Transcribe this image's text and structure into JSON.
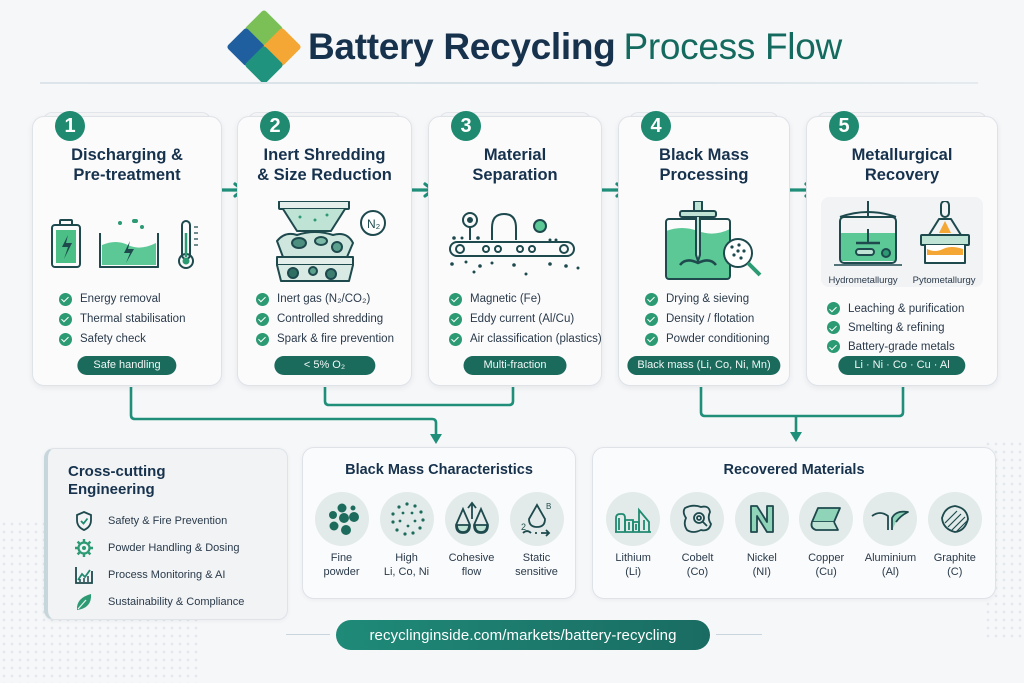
{
  "header": {
    "title_bold": "Battery Recycling",
    "title_light": "Process Flow",
    "logo_colors": [
      "#7ac057",
      "#1f5fa0",
      "#f4a734",
      "#1f937e"
    ]
  },
  "colors": {
    "accent": "#1f8a70",
    "dark_teal": "#1b6b5d",
    "navy": "#17324d",
    "orange": "#f4a734"
  },
  "steps": [
    {
      "number": "1",
      "title_line1": "Discharging &",
      "title_line2": "Pre-treatment",
      "icon": "battery-discharge-bath-thermometer-icon",
      "bullets": [
        "Energy removal",
        "Thermal stabilisation",
        "Safety check"
      ],
      "pill": "Safe handling"
    },
    {
      "number": "2",
      "title_line1": "Inert Shredding",
      "title_line2": "& Size Reduction",
      "icon": "shredder-icon",
      "icon_badge": "N₂",
      "bullets": [
        "Inert gas (N₂/CO₂)",
        "Controlled shredding",
        "Spark & fire prevention"
      ],
      "pill": "< 5% O₂"
    },
    {
      "number": "3",
      "title_line1": "Material",
      "title_line2": "Separation",
      "icon": "conveyor-magnet-icon",
      "bullets": [
        "Magnetic (Fe)",
        "Eddy current (Al/Cu)",
        "Air classification (plastics)"
      ],
      "pill": "Multi-fraction"
    },
    {
      "number": "4",
      "title_line1": "Black Mass",
      "title_line2": "Processing",
      "icon": "mixer-tank-magnifier-icon",
      "bullets": [
        "Drying & sieving",
        "Density / flotation",
        "Powder conditioning"
      ],
      "pill": "Black mass (Li, Co, Ni, Mn)"
    },
    {
      "number": "5",
      "title_line1": "Metallurgical",
      "title_line2": "Recovery",
      "icon": "reactor-furnace-icon",
      "sub_labels": [
        "Hydrometallurgy",
        "Pytometallurgy"
      ],
      "bullets": [
        "Leaching & purification",
        "Smelting & refining",
        "Battery-grade metals"
      ],
      "pill": "Li · Ni · Co · Cu · Al"
    }
  ],
  "cross_cutting": {
    "title_line1": "Cross-cutting",
    "title_line2": "Engineering",
    "items": [
      {
        "label": "Safety & Fire Prevention",
        "icon": "shield-check-icon"
      },
      {
        "label": "Powder Handling & Dosing",
        "icon": "gear-icon"
      },
      {
        "label": "Process Monitoring & AI",
        "icon": "chart-trend-icon"
      },
      {
        "label": "Sustainability & Compliance",
        "icon": "leaf-icon"
      }
    ]
  },
  "characteristics": {
    "title": "Black Mass Characteristics",
    "items": [
      {
        "line1": "Fine",
        "line2": "powder",
        "icon": "particles-icon"
      },
      {
        "line1": "High",
        "line2": "Li, Co, Ni",
        "icon": "dot-ring-icon"
      },
      {
        "line1": "Cohesive",
        "line2": "flow",
        "icon": "flow-drops-icon"
      },
      {
        "line1": "Static",
        "line2": "sensitive",
        "icon": "static-drop-icon"
      }
    ]
  },
  "materials": {
    "title": "Recovered Materials",
    "items": [
      {
        "line1": "Lithium",
        "line2": "(Li)",
        "icon": "lithium-icon"
      },
      {
        "line1": "Cobelt",
        "line2": "(Co)",
        "icon": "cobalt-icon"
      },
      {
        "line1": "Nickel",
        "line2": "(NI)",
        "icon": "nickel-icon",
        "glyph": "N"
      },
      {
        "line1": "Copper",
        "line2": "(Cu)",
        "icon": "copper-icon"
      },
      {
        "line1": "Aluminium",
        "line2": "(Al)",
        "icon": "aluminium-icon"
      },
      {
        "line1": "Graphite",
        "line2": "(C)",
        "icon": "graphite-icon"
      }
    ]
  },
  "footer": {
    "url": "recyclinginside.com/markets/battery-recycling"
  }
}
